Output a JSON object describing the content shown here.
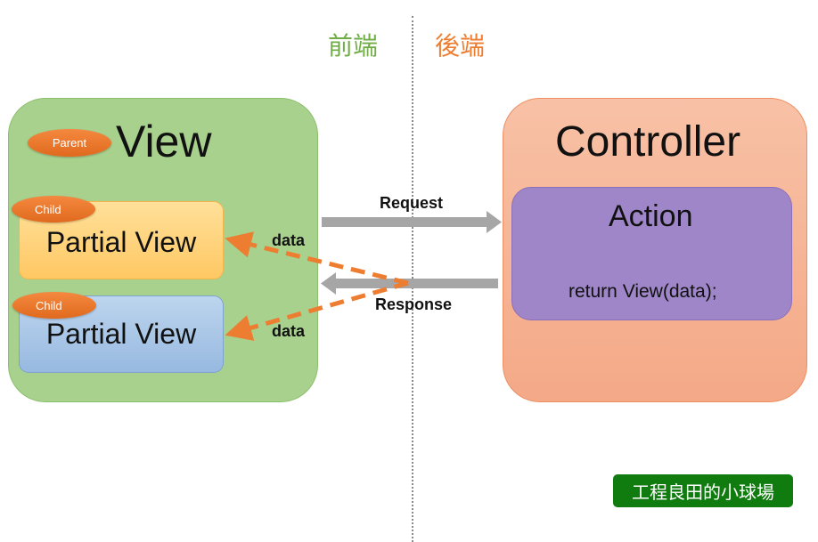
{
  "header": {
    "frontend_label": "前端",
    "backend_label": "後端"
  },
  "view": {
    "title": "View",
    "parent_tag": "Parent",
    "partials": [
      {
        "tag": "Child",
        "title": "Partial View"
      },
      {
        "tag": "Child",
        "title": "Partial View"
      }
    ]
  },
  "controller": {
    "title": "Controller",
    "action": {
      "title": "Action",
      "code": "return View(data);"
    }
  },
  "arrows": {
    "request_label": "Request",
    "response_label": "Response",
    "data_label_top": "data",
    "data_label_bottom": "data"
  },
  "watermark": "工程良田的小球場",
  "colors": {
    "frontend": "#70ad47",
    "backend": "#ed7d31",
    "arrow_gray": "#a6a6a6",
    "data_arrow": "#ed7d31",
    "badge": "#107c10"
  }
}
